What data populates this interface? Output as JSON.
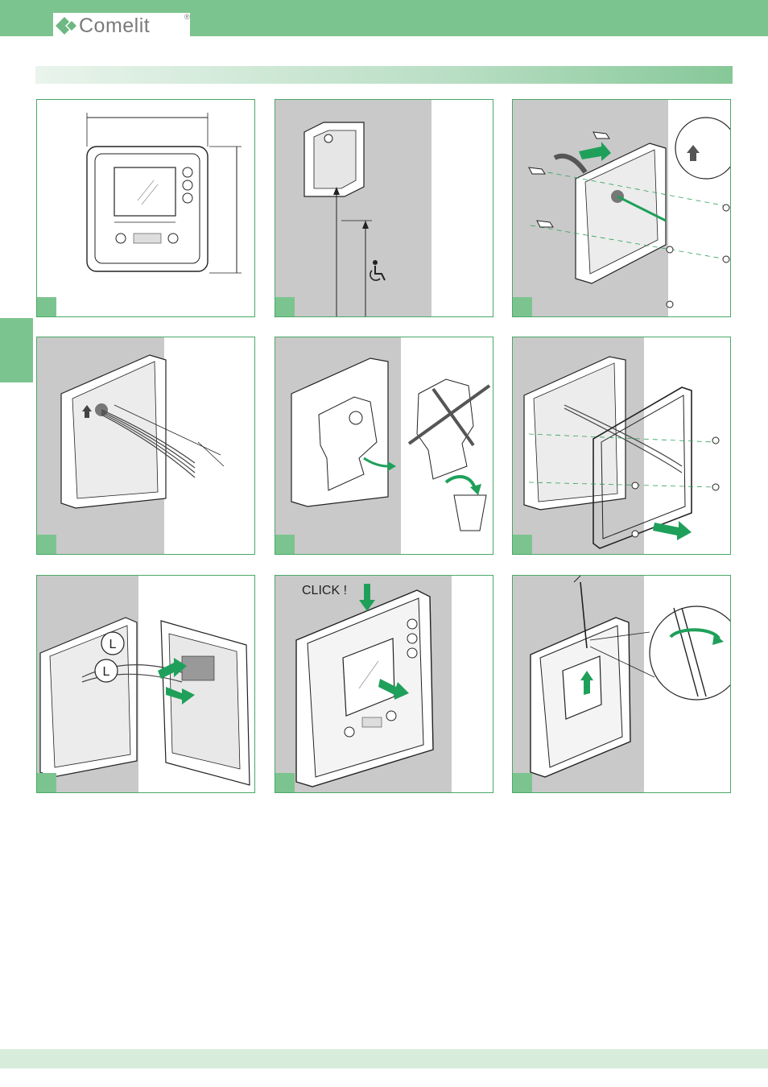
{
  "brand": {
    "name": "Comelit",
    "registered": "®"
  },
  "colors": {
    "accent": "#7cc48f",
    "arrow": "#1fa05a",
    "panel_gray": "#c9c9c9",
    "frame_border": "#4aa868"
  },
  "panels": [
    {
      "icon": "dimensions-diagram"
    },
    {
      "icon": "height-wheelchair-diagram"
    },
    {
      "icon": "wall-anchor-diagram"
    },
    {
      "icon": "cable-strip-diagram"
    },
    {
      "icon": "remove-template-diagram"
    },
    {
      "icon": "mounting-plate-diagram"
    },
    {
      "icon": "connector-diagram",
      "labels": [
        "L",
        "L"
      ]
    },
    {
      "icon": "snap-fit-diagram",
      "label": "CLICK !"
    },
    {
      "icon": "screwdriver-release-diagram"
    }
  ]
}
